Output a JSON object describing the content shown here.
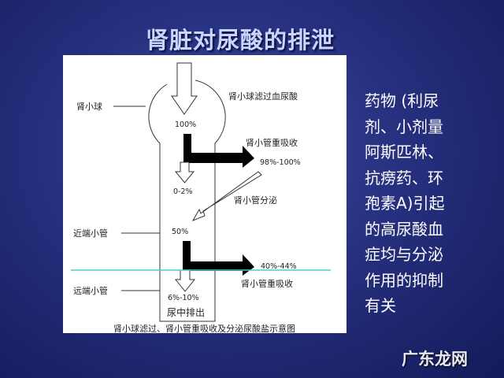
{
  "title": "肾脏对尿酸的排泄",
  "diagram": {
    "glomerulus": "肾小球",
    "glomerular_filtration": "肾小球滤过血尿酸",
    "pct_100": "100%",
    "reabsorption_1": "肾小管重吸收",
    "pct_98_100": "98%-100%",
    "pct_0_2": "0-2%",
    "secretion": "肾小管分泌",
    "proximal_tubule": "近端小管",
    "pct_50": "50%",
    "pct_40_44": "40%-44%",
    "distal_tubule": "远端小管",
    "reabsorption_2": "肾小管重吸收",
    "pct_6_10": "6%-10%",
    "urine_excretion": "尿中排出",
    "caption": "肾小球滤过、肾小管重吸收及分泌尿酸盐示意图"
  },
  "note": {
    "lines": [
      "药物 (利尿",
      "剂、小剂量",
      "阿斯匹林、",
      "抗痨药、环",
      "孢素A)引起",
      "的高尿酸血",
      "症均与分泌",
      "作用的抑制",
      "有关"
    ]
  },
  "watermark": "广东龙网",
  "colors": {
    "background": "#26307e",
    "divider": "#4fc8d8"
  }
}
